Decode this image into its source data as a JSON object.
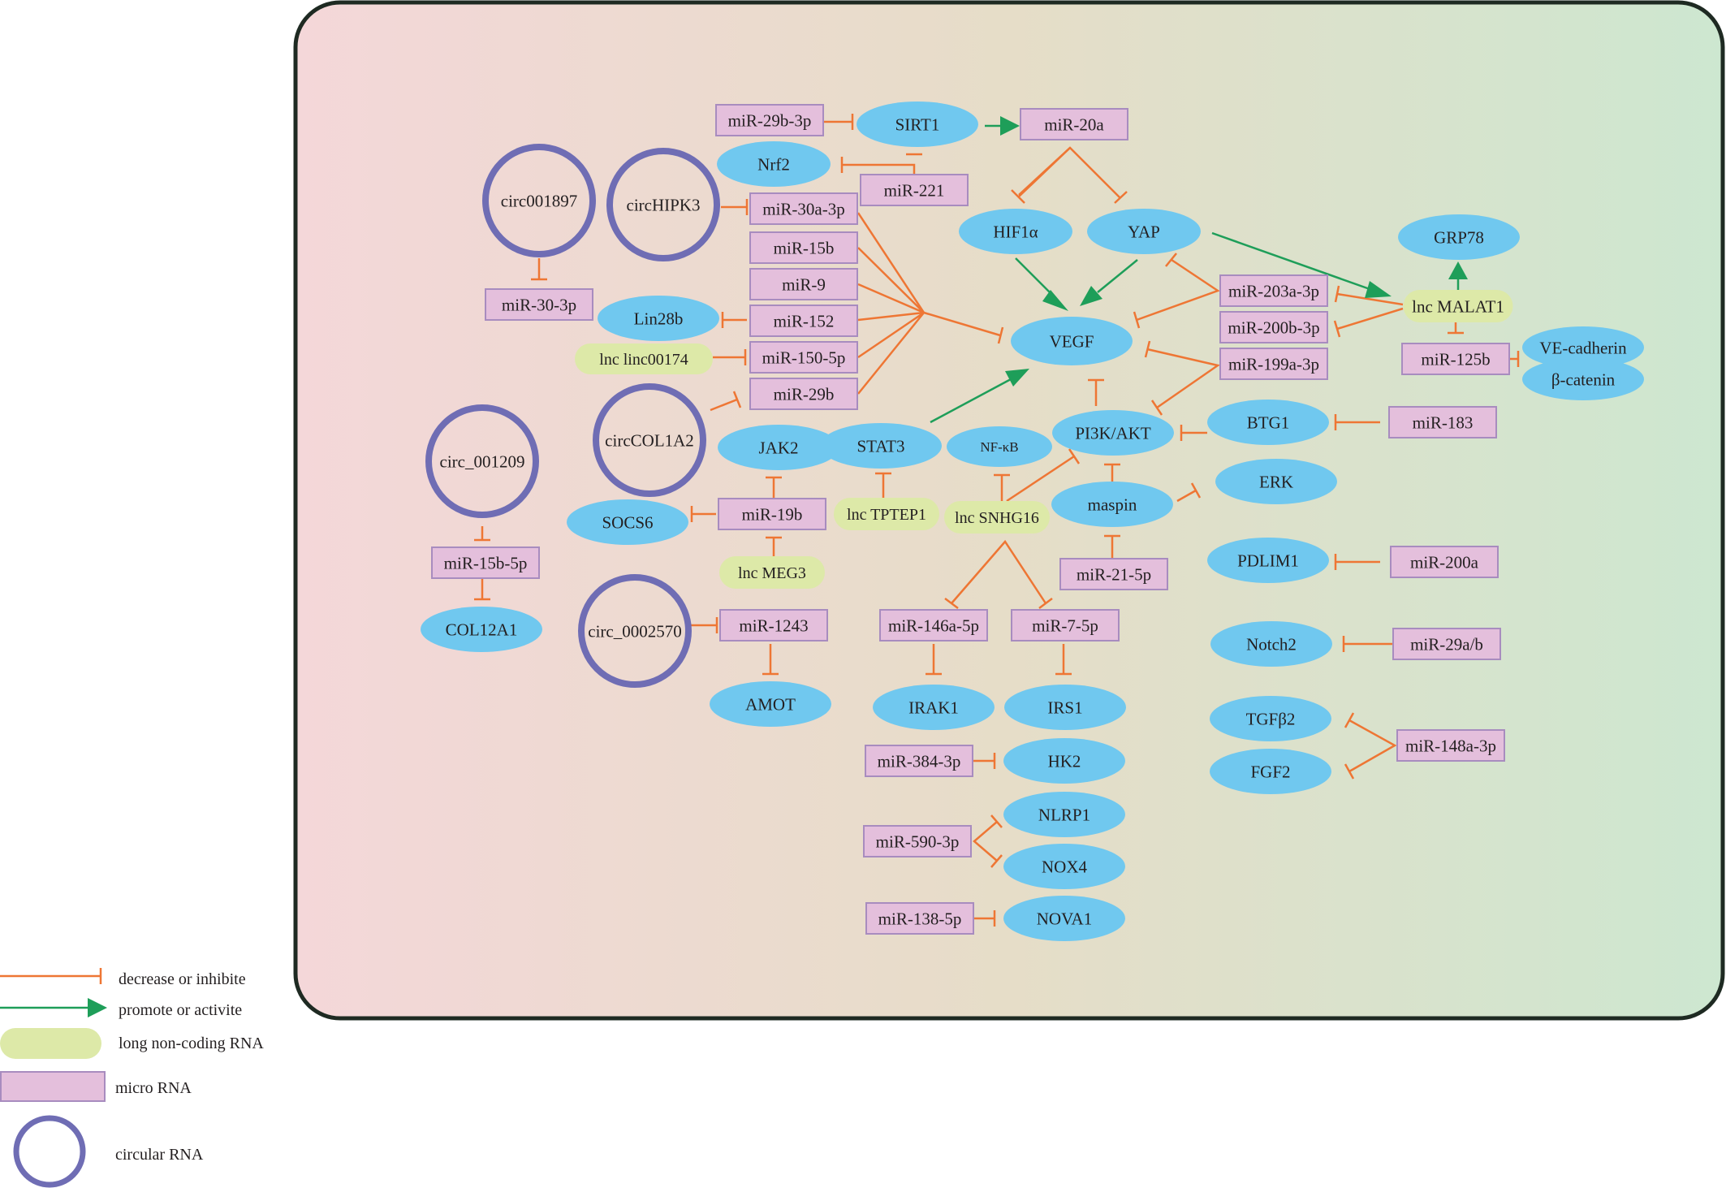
{
  "colors": {
    "inhibit": "#ee7634",
    "promote": "#1e9e59",
    "ellipse": "#70c8ef",
    "mirna_fill": "#e4bfdc",
    "mirna_stroke": "#a88cbf",
    "lnc": "#dde9a8",
    "circ": "#6f6db4",
    "panel_left": "#f4d7d9",
    "panel_right": "#cde7d0",
    "panel_border": "#1e2a22"
  },
  "nodes": {
    "mir29b3p": "miR-29b-3p",
    "sirt1": "SIRT1",
    "mir20a": "miR-20a",
    "nrf2": "Nrf2",
    "mir221": "miR-221",
    "circ001897": "circ001897",
    "circhipk3": "circHIPK3",
    "mir30a3p": "miR-30a-3p",
    "mir15b": "miR-15b",
    "mir9": "miR-9",
    "mir152": "miR-152",
    "mir1505p": "miR-150-5p",
    "mir29b": "miR-29b",
    "lin28b": "Lin28b",
    "linc00174": "lnc linc00174",
    "mir303p": "miR-30-3p",
    "hif1a": "HIF1α",
    "yap": "YAP",
    "vegf": "VEGF",
    "grp78": "GRP78",
    "malat1": "lnc MALAT1",
    "mir203a3p": "miR-203a-3p",
    "mir200b3p": "miR-200b-3p",
    "mir199a3p": "miR-199a-3p",
    "mir125b": "miR-125b",
    "vecadherin": "VE-cadherin",
    "bcatenin": "β-catenin",
    "circcol1a2": "circCOL1A2",
    "jak2": "JAK2",
    "stat3": "STAT3",
    "nfkb": "NF-κB",
    "pi3kakt": "PI3K/AKT",
    "btg1": "BTG1",
    "mir183": "miR-183",
    "erk": "ERK",
    "maspin": "maspin",
    "circ001209": "circ_001209",
    "socs6": "SOCS6",
    "mir19b": "miR-19b",
    "tptep1": "lnc TPTEP1",
    "snhg16": "lnc SNHG16",
    "meg3": "lnc MEG3",
    "mir215p": "miR-21-5p",
    "pdlim1": "PDLIM1",
    "mir200a": "miR-200a",
    "mir15b5p": "miR-15b-5p",
    "col12a1": "COL12A1",
    "circ0002570": "circ_0002570",
    "mir1243": "miR-1243",
    "mir146a5p": "miR-146a-5p",
    "mir75p": "miR-7-5p",
    "notch2": "Notch2",
    "mir29ab": "miR-29a/b",
    "amot": "AMOT",
    "irak1": "IRAK1",
    "irs1": "IRS1",
    "tgfb2": "TGFβ2",
    "fgf2": "FGF2",
    "mir148a3p": "miR-148a-3p",
    "mir3843p": "miR-384-3p",
    "hk2": "HK2",
    "nlrp1": "NLRP1",
    "mir5903p": "miR-590-3p",
    "nox4": "NOX4",
    "mir1385p": "miR-138-5p",
    "nova1": "NOVA1"
  },
  "legend": {
    "inhibit": "decrease or inhibite",
    "promote": "promote or activite",
    "lnc": "long non-coding RNA",
    "mirna": "micro RNA",
    "circ": "circular RNA"
  }
}
